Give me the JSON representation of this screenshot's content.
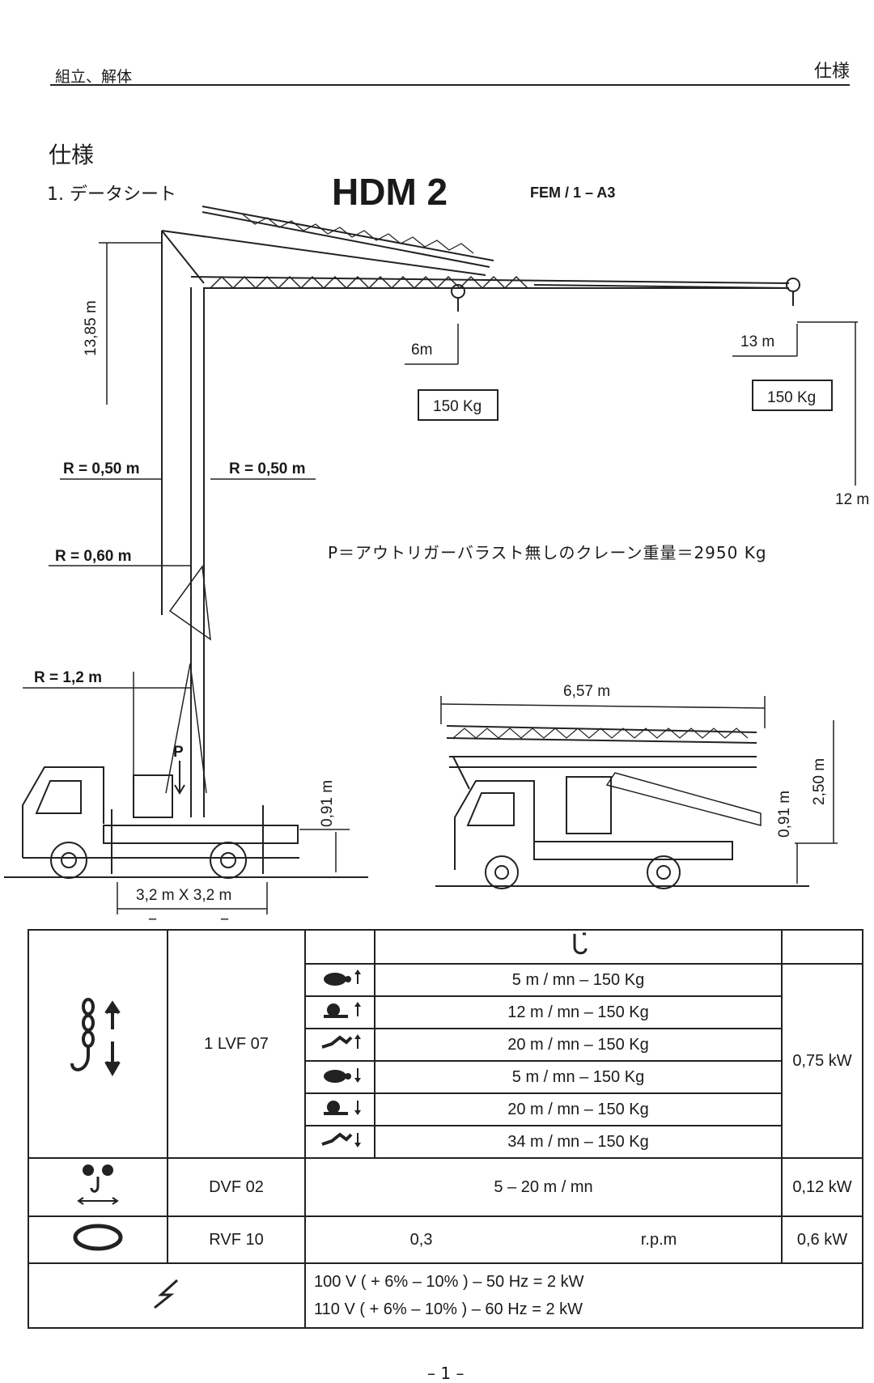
{
  "header": {
    "section": "組立、解体",
    "chapter": "仕様"
  },
  "title": "仕様",
  "subtitle": "1.  データシート",
  "model": "HDM 2",
  "classification": "FEM / 1 – A3",
  "dimensions": {
    "height": "13,85 m",
    "load_near": {
      "radius": "6m",
      "load": "150 Kg"
    },
    "load_far": {
      "radius": "13 m",
      "load": "150 Kg"
    },
    "hook_height": "12 m",
    "radius_top_left": "R = 0,50 m",
    "radius_top_right": "R = 0,50 m",
    "radius_mid": "R = 0,60 m",
    "radius_low": "R = 1,2 m",
    "platform_height": "0,91 m",
    "outrigger_base": "3,2 m X 3,2 m",
    "equal_mark": "=",
    "transport_length": "6,57 m",
    "transport_height": "2,50 m",
    "transport_platform_height": "0,91 m",
    "ballast_point": "P"
  },
  "weight_note": "P＝アウトリガーバラスト無しのクレーン重量＝2950 Kg",
  "spec_table": {
    "hoist": {
      "icon": "hoist-hook-chain-icon",
      "model": "1 LVF 07",
      "speeds": [
        {
          "mode_icon": "turtle-up-icon",
          "text": "5 m / mn – 150 Kg"
        },
        {
          "mode_icon": "snail-up-icon",
          "text": "12 m / mn – 150 Kg"
        },
        {
          "mode_icon": "runner-up-icon",
          "text": "20 m / mn – 150 Kg"
        },
        {
          "mode_icon": "turtle-down-icon",
          "text": "5 m / mn – 150 Kg"
        },
        {
          "mode_icon": "snail-down-icon",
          "text": "20 m / mn – 150 Kg"
        },
        {
          "mode_icon": "runner-down-icon",
          "text": "34 m / mn – 150 Kg"
        }
      ],
      "power": "0,75 kW"
    },
    "trolley": {
      "icon": "trolley-icon",
      "model": "DVF 02",
      "speed": "5 – 20 m / mn",
      "power": "0,12 kW"
    },
    "slewing": {
      "icon": "slewing-icon",
      "model": "RVF 10",
      "value": "0,3",
      "unit": "r.p.m",
      "power": "0,6 kW"
    },
    "supply": {
      "icon": "lightning-icon",
      "lines": [
        "100 V ( + 6% – 10% ) – 50 Hz = 2 kW",
        "110 V ( + 6% – 10% ) – 60 Hz = 2 kW"
      ]
    }
  },
  "page_number": "– 1 –"
}
